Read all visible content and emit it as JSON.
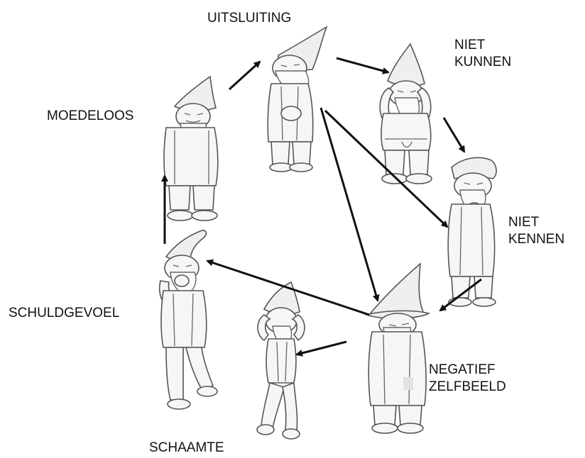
{
  "labels": {
    "uitsluiting": "UITSLUITING",
    "niet_kunnen_1": "NIET",
    "niet_kunnen_2": "KUNNEN",
    "niet_kennen_1": "NIET",
    "niet_kennen_2": "KENNEN",
    "negatief_1": "NEGATIEF",
    "negatief_2": "ZELFBEELD",
    "schaamte": "SCHAAMTE",
    "schuldgevoel": "SCHULDGEVOEL",
    "moedeloos": "MOEDELOOS"
  },
  "colors": {
    "arrow": "#111111",
    "outline": "#555555",
    "background": "#ffffff"
  },
  "gnomes": [
    {
      "id": "uitsluiting",
      "icon": "gnome-hands-clasped-icon"
    },
    {
      "id": "niet-kunnen",
      "icon": "gnome-hands-on-ears-icon"
    },
    {
      "id": "niet-kennen",
      "icon": "gnome-thinking-icon"
    },
    {
      "id": "negatief-zelfbeeld",
      "icon": "gnome-head-down-icon"
    },
    {
      "id": "schaamte",
      "icon": "gnome-hiding-face-icon"
    },
    {
      "id": "schuldgevoel",
      "icon": "gnome-hand-on-mouth-icon"
    },
    {
      "id": "moedeloos",
      "icon": "gnome-sad-icon"
    }
  ]
}
